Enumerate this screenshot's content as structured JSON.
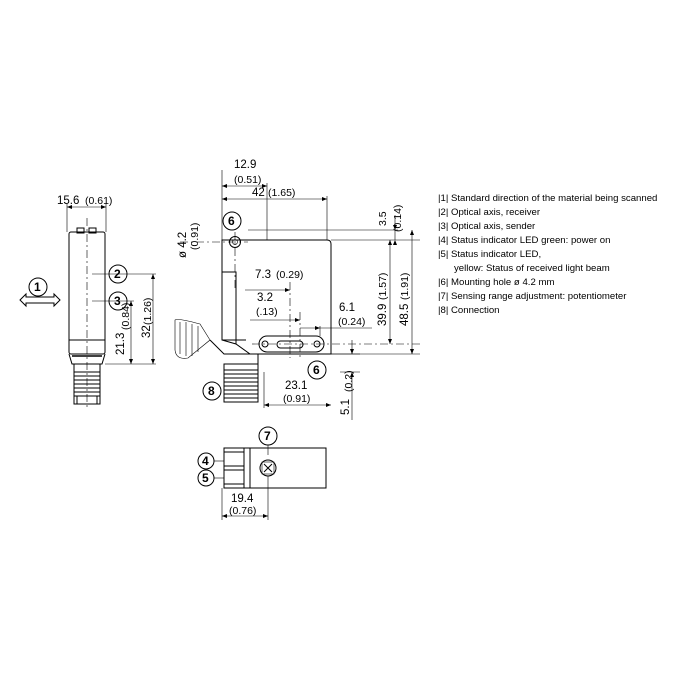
{
  "side_view": {
    "width_dim": "15.6",
    "width_dim_in": "(0.61)",
    "dim_213": "21.3",
    "dim_213_in": "(0.84)",
    "dim_32": "32",
    "dim_32_in": "(1.26)",
    "callout_1": "1",
    "callout_2": "2",
    "callout_3": "3"
  },
  "front_view": {
    "dim_129": "12.9",
    "dim_129_in": "(0.51)",
    "dim_42": "42",
    "dim_42_in": "(1.65)",
    "dim_42_dia": "ø 4.2",
    "dim_42_dia_in": "(0.91)",
    "dim_73": "7.3",
    "dim_73_in": "(0.29)",
    "dim_32": "3.2",
    "dim_32_in": "(.13)",
    "dim_61": "6.1",
    "dim_61_in": "(0.24)",
    "dim_231": "23.1",
    "dim_231_in": "(0.91)",
    "dim_35": "3.5",
    "dim_35_in": "(0.14)",
    "dim_399": "39.9",
    "dim_399_in": "(1.57)",
    "dim_485": "48.5",
    "dim_485_in": "(1.91)",
    "dim_51": "5.1",
    "dim_51_in": "(0.2)",
    "callout_6a": "6",
    "callout_6b": "6",
    "callout_8": "8"
  },
  "top_view": {
    "dim_194": "19.4",
    "dim_194_in": "(0.76)",
    "callout_4": "4",
    "callout_5": "5",
    "callout_7": "7"
  },
  "legend": [
    "|1| Standard direction of the material being scanned",
    "|2| Optical axis, receiver",
    "|3| Optical axis, sender",
    "|4| Status indicator LED green: power on",
    "|5| Status indicator LED,",
    "yellow: Status of received light beam",
    "|6| Mounting hole ø 4.2 mm",
    "|7| Sensing range adjustment: potentiometer",
    "|8| Connection"
  ]
}
